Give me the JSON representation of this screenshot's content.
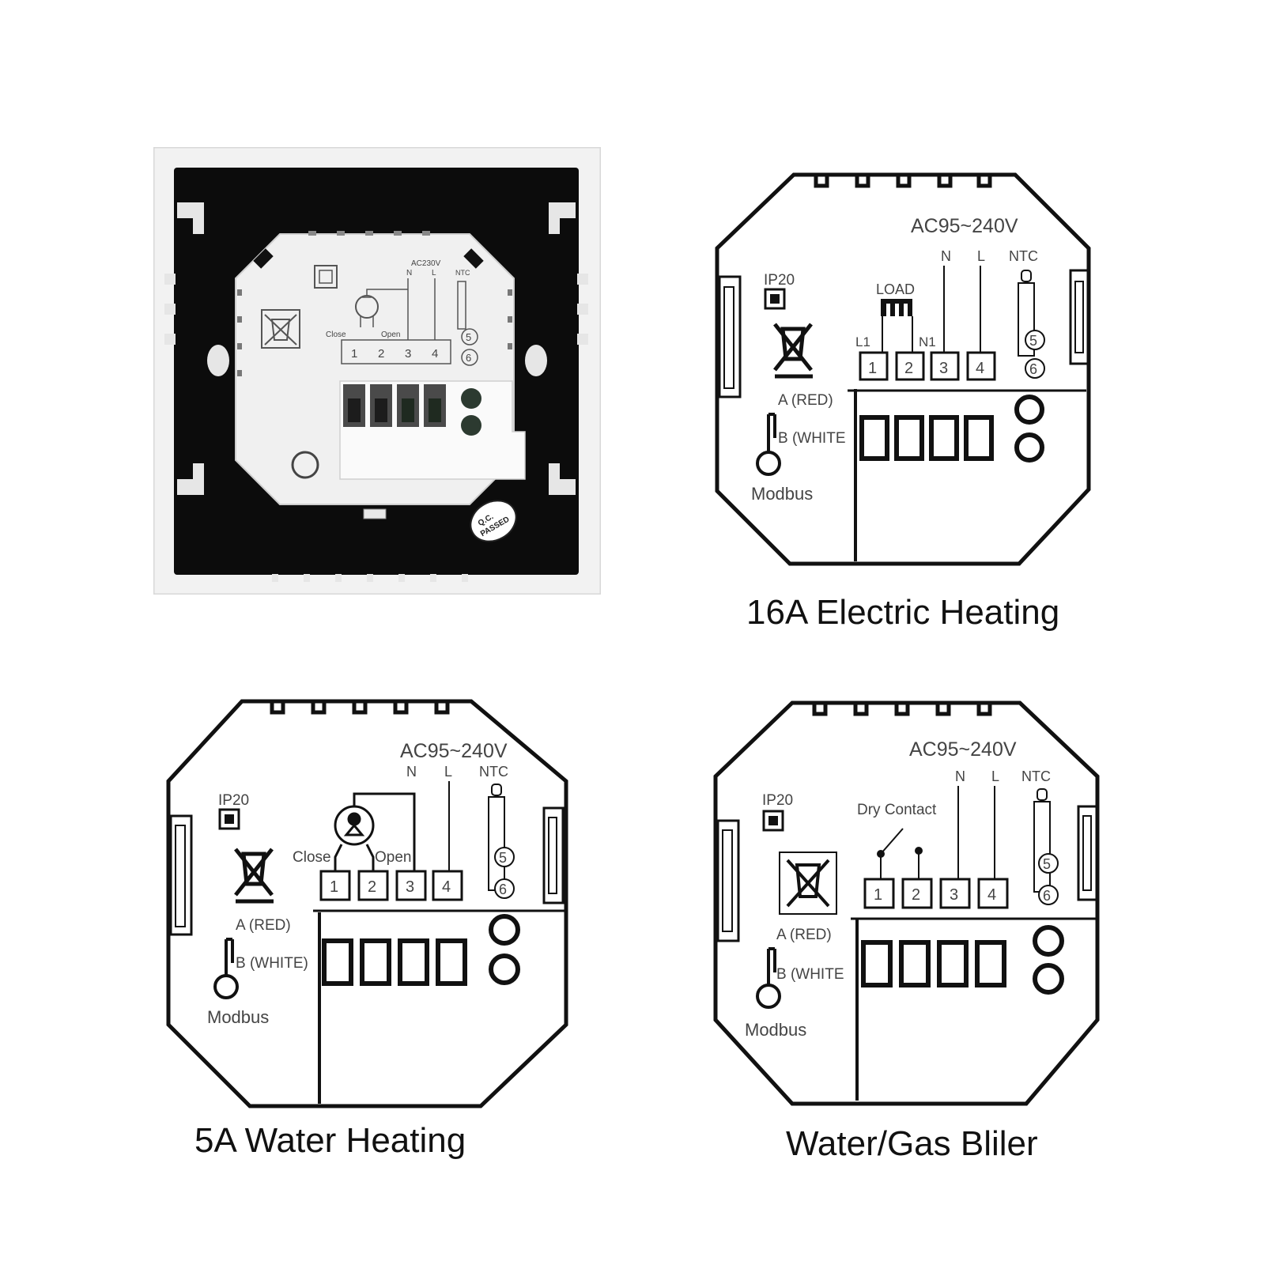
{
  "photo": {
    "voltage": "AC230V",
    "n": "N",
    "l": "L",
    "ntc": "NTC",
    "close": "Close",
    "open": "Open",
    "terminals": [
      "1",
      "2",
      "3",
      "4"
    ],
    "ntc_pins": [
      "5",
      "6"
    ],
    "qc_line1": "Q.C.",
    "qc_line2": "PASSED"
  },
  "diagrams": [
    {
      "caption": "16A Electric Heating",
      "voltage": "AC95~240V",
      "ip": "IP20",
      "n": "N",
      "l": "L",
      "ntc": "NTC",
      "load": "LOAD",
      "l1": "L1",
      "n1": "N1",
      "terminals": [
        "1",
        "2",
        "3",
        "4"
      ],
      "ntc_pins": [
        "5",
        "6"
      ],
      "a_label": "A (RED)",
      "b_label": "B (WHITE",
      "modbus": "Modbus"
    },
    {
      "caption": "5A Water Heating",
      "voltage": "AC95~240V",
      "ip": "IP20",
      "n": "N",
      "l": "L",
      "ntc": "NTC",
      "close": "Close",
      "open": "Open",
      "terminals": [
        "1",
        "2",
        "3",
        "4"
      ],
      "ntc_pins": [
        "5",
        "6"
      ],
      "a_label": "A (RED)",
      "b_label": "B (WHITE)",
      "modbus": "Modbus"
    },
    {
      "caption": "Water/Gas Bliler",
      "voltage": "AC95~240V",
      "ip": "IP20",
      "n": "N",
      "l": "L",
      "ntc": "NTC",
      "dry_contact": "Dry Contact",
      "terminals": [
        "1",
        "2",
        "3",
        "4"
      ],
      "ntc_pins": [
        "5",
        "6"
      ],
      "a_label": "A (RED)",
      "b_label": "B (WHITE",
      "modbus": "Modbus"
    }
  ]
}
